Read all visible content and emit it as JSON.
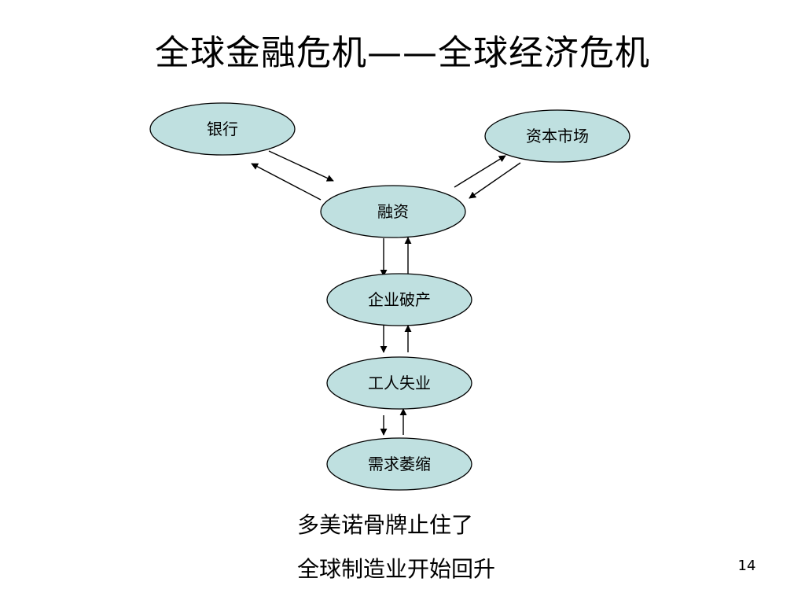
{
  "slide": {
    "title": "全球金融危机——全球经济危机",
    "page_number": "14"
  },
  "diagram": {
    "nodes": [
      {
        "id": "bank",
        "label": "银行"
      },
      {
        "id": "capital_market",
        "label": "资本市场"
      },
      {
        "id": "financing",
        "label": "融资"
      },
      {
        "id": "bankruptcy",
        "label": "企业破产"
      },
      {
        "id": "unemployment",
        "label": "工人失业"
      },
      {
        "id": "demand_shrink",
        "label": "需求萎缩"
      }
    ],
    "edges": [
      {
        "from": "bank",
        "to": "financing"
      },
      {
        "from": "financing",
        "to": "bank"
      },
      {
        "from": "financing",
        "to": "capital_market"
      },
      {
        "from": "capital_market",
        "to": "financing"
      },
      {
        "from": "financing",
        "to": "bankruptcy"
      },
      {
        "from": "bankruptcy",
        "to": "financing"
      },
      {
        "from": "bankruptcy",
        "to": "unemployment"
      },
      {
        "from": "unemployment",
        "to": "bankruptcy"
      },
      {
        "from": "unemployment",
        "to": "demand_shrink"
      },
      {
        "from": "demand_shrink",
        "to": "unemployment"
      }
    ],
    "node_fill": "#bfe0e0",
    "node_stroke": "#000000"
  },
  "caption": {
    "line1": "多美诺骨牌止住了",
    "line2": "全球制造业开始回升"
  }
}
